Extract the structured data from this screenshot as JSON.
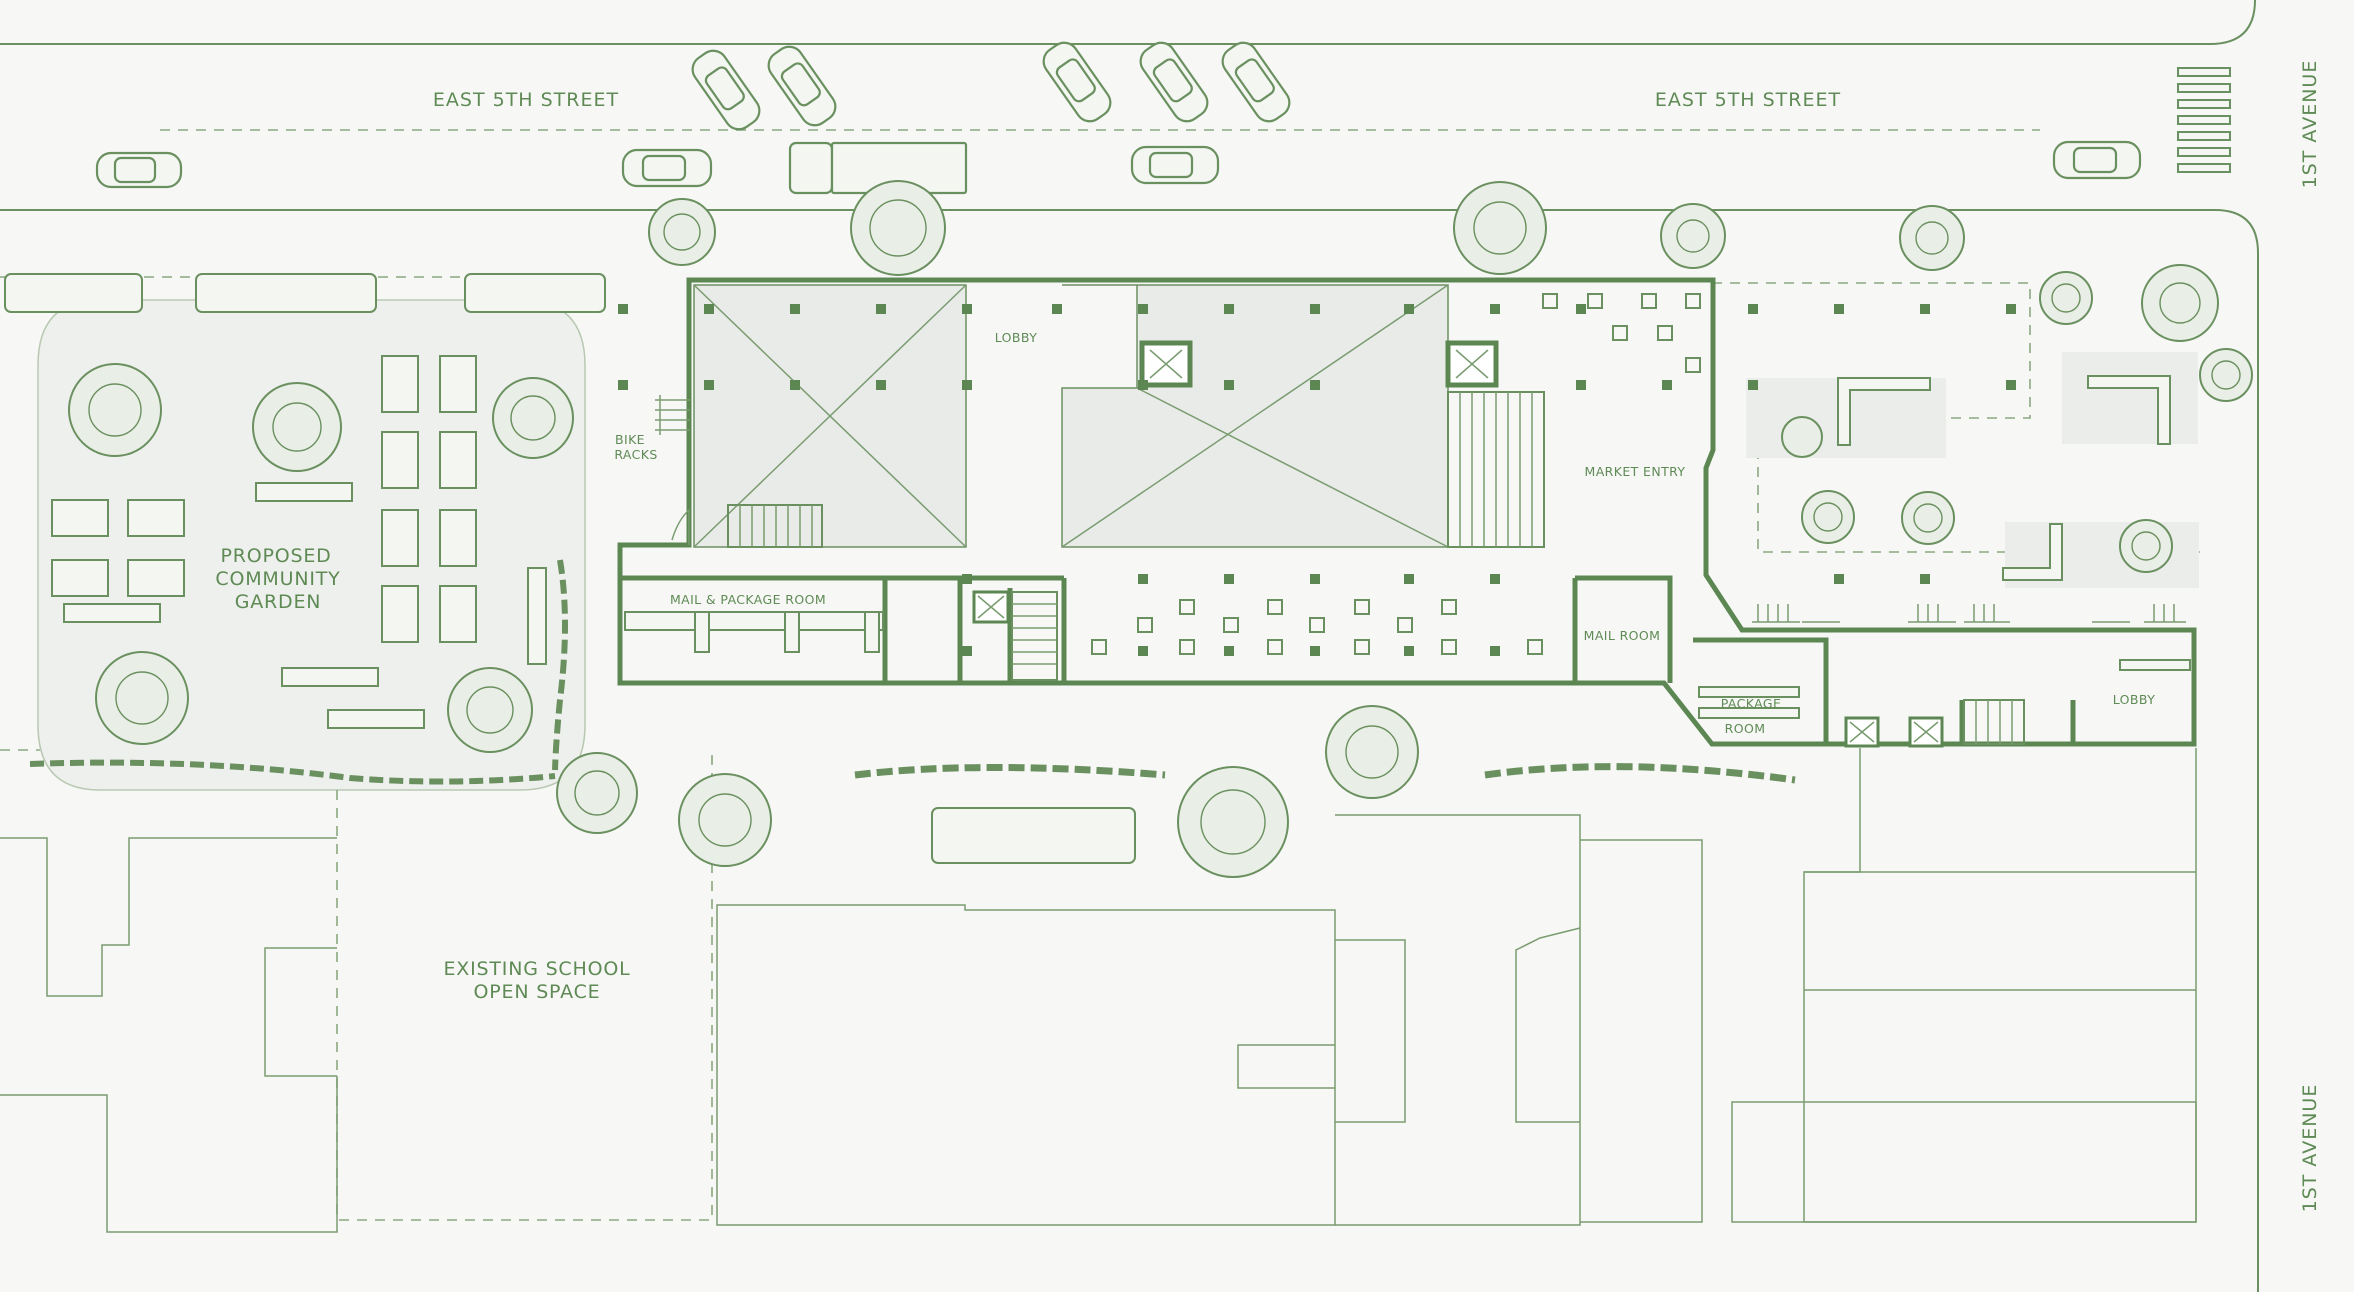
{
  "streets": {
    "north_left": "EAST 5TH STREET",
    "north_right": "EAST 5TH STREET",
    "east_top": "1ST AVENUE",
    "east_bottom": "1ST AVENUE"
  },
  "rooms": {
    "lobby_main": "LOBBY",
    "bike_racks_line1": "BIKE",
    "bike_racks_line2": "RACKS",
    "market_entry": "MARKET ENTRY",
    "mail_package_room": "MAIL & PACKAGE ROOM",
    "mail_room": "MAIL ROOM",
    "package_room_line1": "PACKAGE",
    "package_room_line2": "ROOM",
    "lobby_east": "LOBBY"
  },
  "areas": {
    "garden_line1": "PROPOSED",
    "garden_line2": "COMMUNITY",
    "garden_line3": "GARDEN",
    "school_line1": "EXISTING SCHOOL",
    "school_line2": "OPEN SPACE"
  },
  "colors": {
    "line": "#6b9060",
    "background": "#f7f8f6",
    "label": "#5f8a55"
  }
}
